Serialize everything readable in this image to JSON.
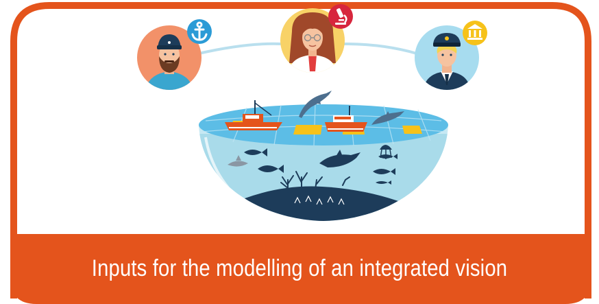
{
  "caption": "Inputs for the modelling of an integrated vision",
  "colors": {
    "frame_orange": "#e4541c",
    "caption_band": "#e4541c",
    "connector": "#b9dfee",
    "water": "#a9dbea",
    "sea_surface": "#5cbde6",
    "marine_life": "#1d3c5a",
    "badge_blue": "#2b9bd6",
    "badge_red": "#d7263d",
    "badge_yellow": "#f6c21a"
  },
  "stakeholders": [
    {
      "role": "fisher",
      "badge_icon": "anchor-icon"
    },
    {
      "role": "scientist",
      "badge_icon": "microscope-icon"
    },
    {
      "role": "maritime-authority",
      "badge_icon": "institution-icon"
    }
  ]
}
